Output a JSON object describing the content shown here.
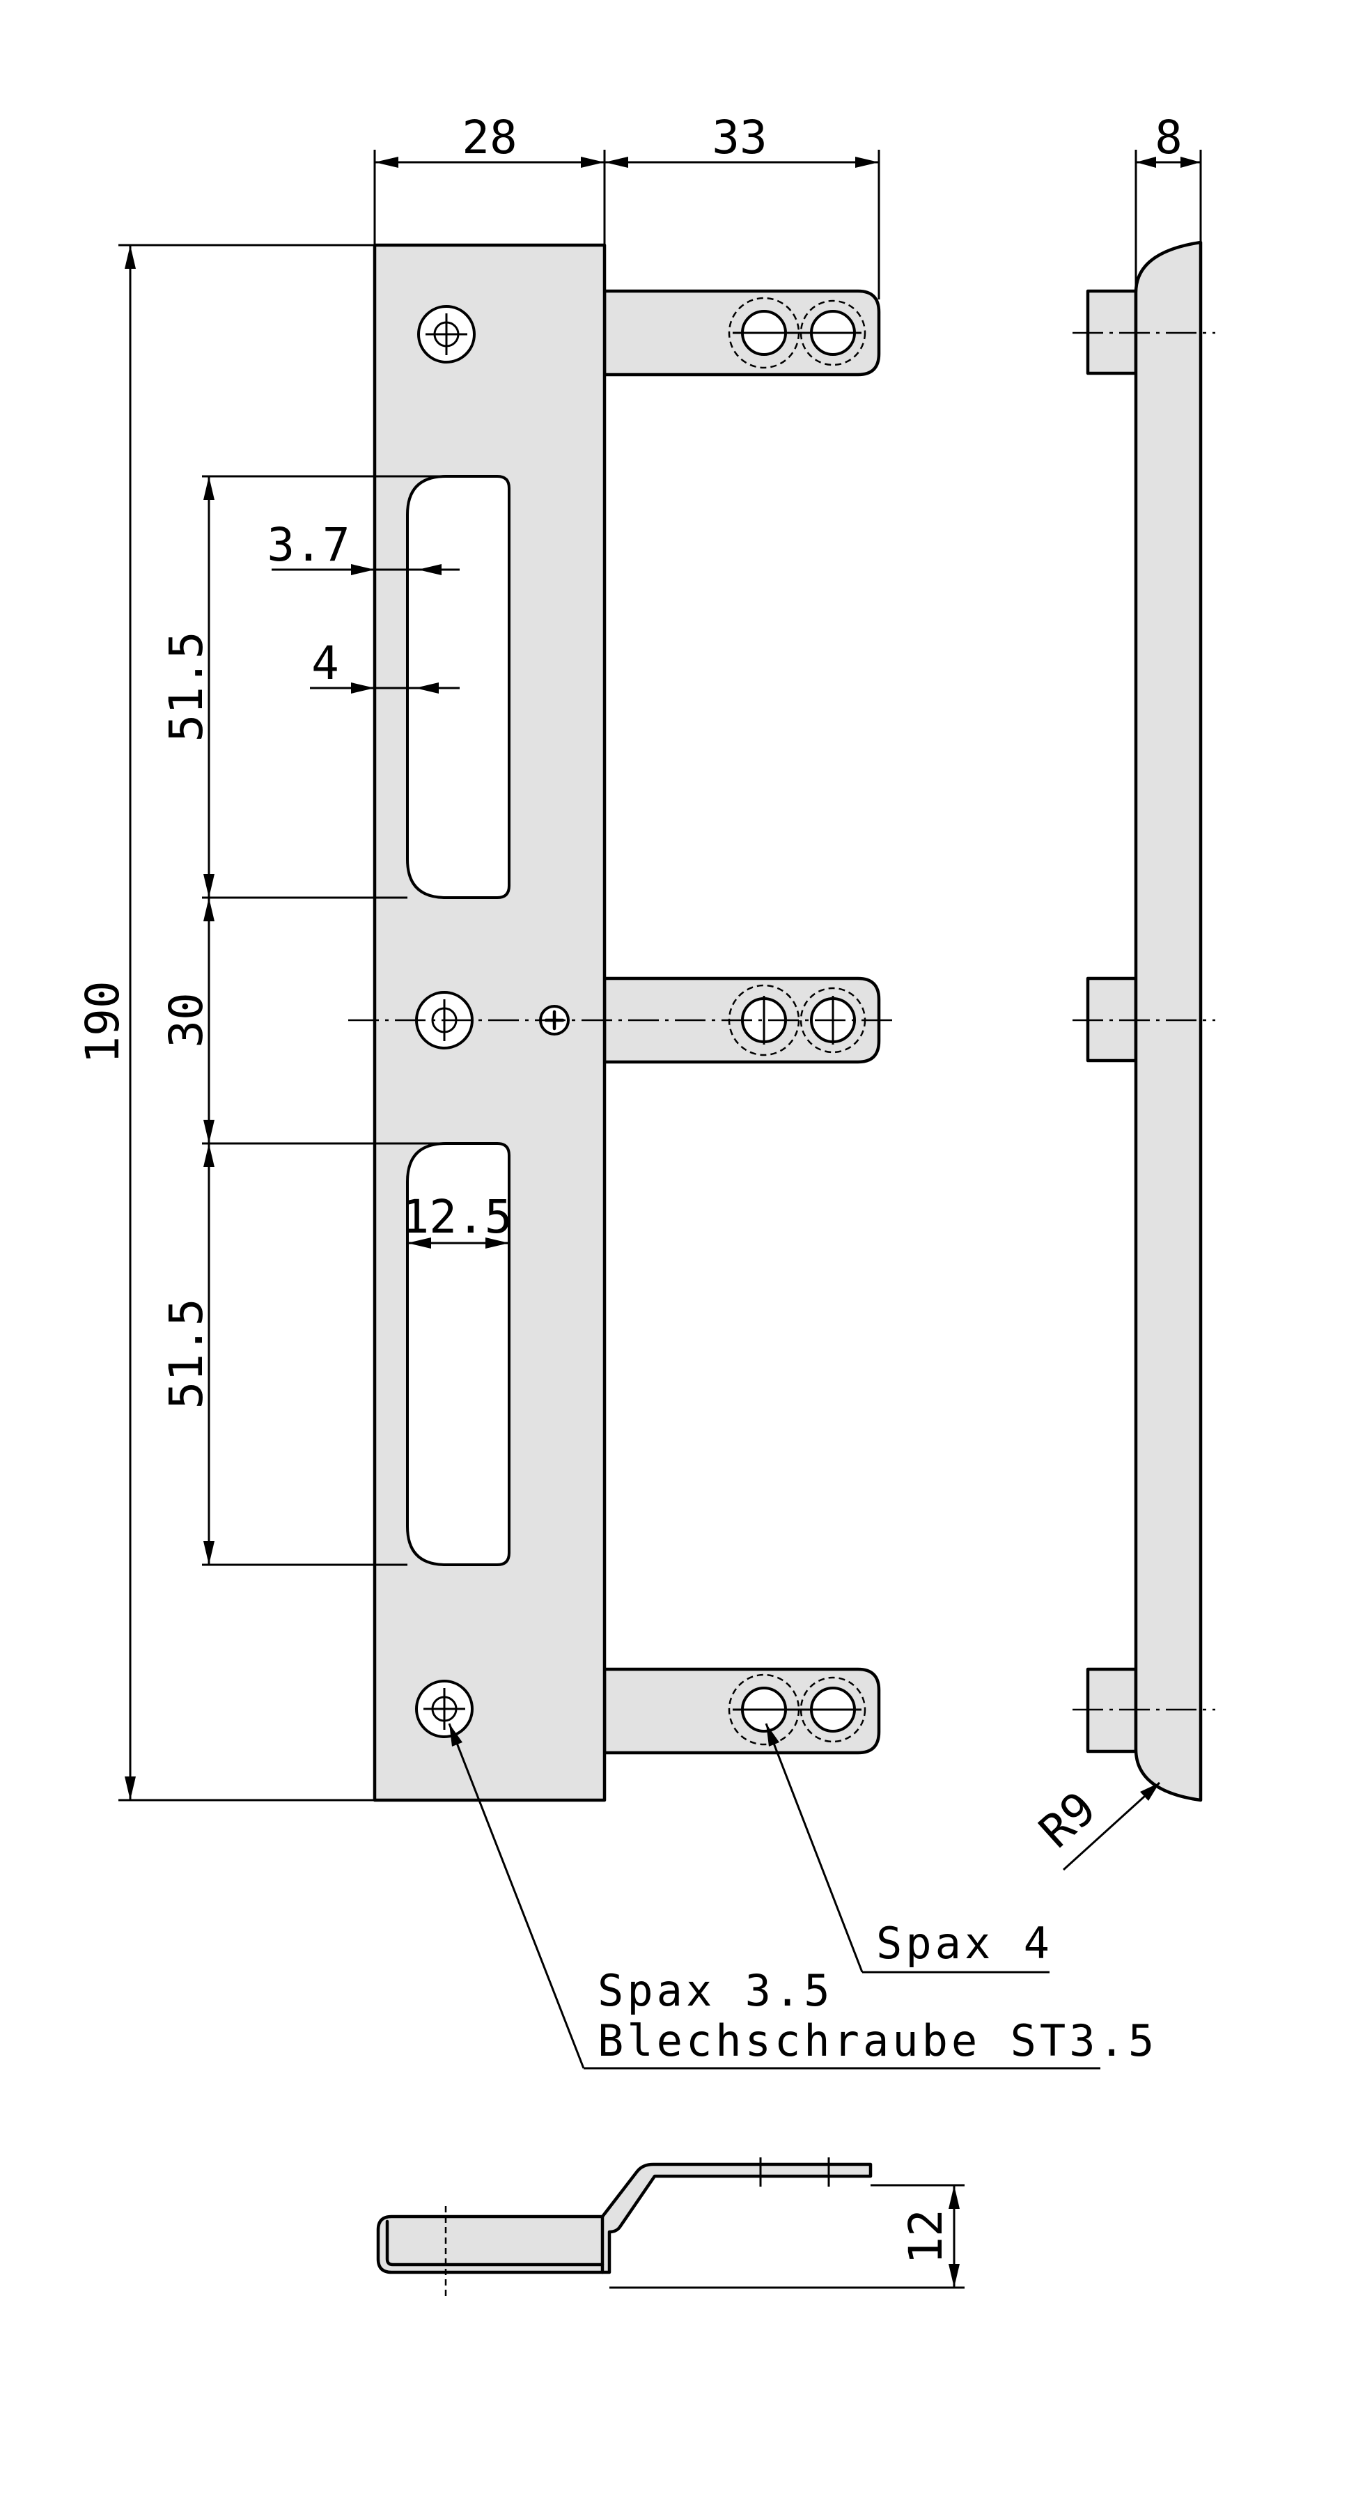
{
  "dimensions": {
    "width_plate": "28",
    "arm_reach": "33",
    "side_thickness": "8",
    "overall_height": "190",
    "slot_upper": "51.5",
    "slot_spacing": "30",
    "slot_lower": "51.5",
    "slot_inset_top": "3.7",
    "slot_inset_bottom": "4",
    "slot_width": "12.5",
    "bend_height": "12",
    "corner_radius": "R9"
  },
  "callouts": {
    "spax_4": "Spax 4",
    "spax_35": "Spax 3.5",
    "blech": "Blechschraube ST3.5"
  },
  "colors": {
    "part_fill": "#e2e2e2",
    "line": "#000000"
  }
}
